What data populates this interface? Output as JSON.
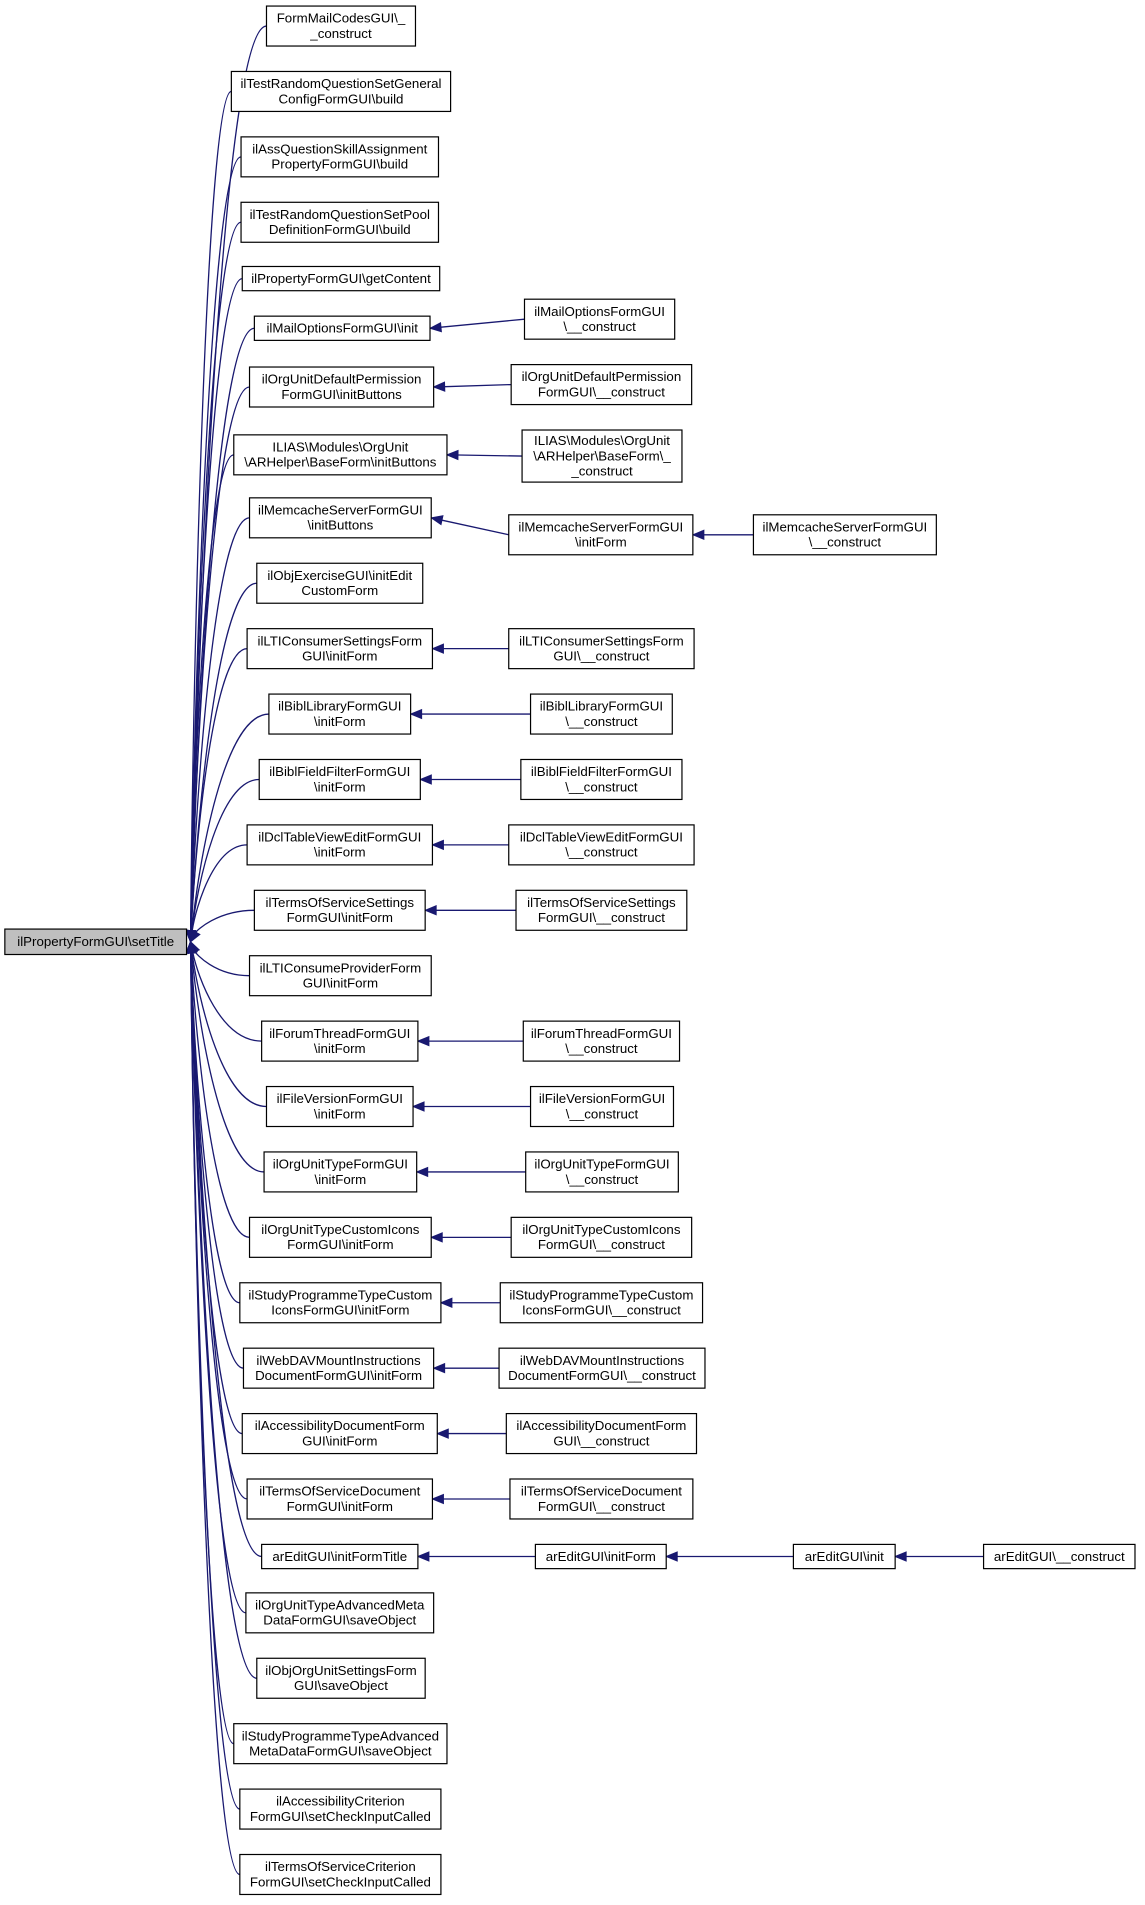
{
  "diagram": {
    "type": "call-graph",
    "nodes": [
      {
        "id": "root",
        "lines": [
          "ilPropertyFormGUI\\setTitle"
        ],
        "root": true
      },
      {
        "id": "n1",
        "lines": [
          "FormMailCodesGUI\\_",
          "_construct"
        ]
      },
      {
        "id": "n2",
        "lines": [
          "ilTestRandomQuestionSetGeneral",
          "ConfigFormGUI\\build"
        ]
      },
      {
        "id": "n3",
        "lines": [
          "ilAssQuestionSkillAssignment",
          "PropertyFormGUI\\build"
        ]
      },
      {
        "id": "n4",
        "lines": [
          "ilTestRandomQuestionSetPool",
          "DefinitionFormGUI\\build"
        ]
      },
      {
        "id": "n5",
        "lines": [
          "ilPropertyFormGUI\\getContent"
        ]
      },
      {
        "id": "n6",
        "lines": [
          "ilMailOptionsFormGUI\\init"
        ]
      },
      {
        "id": "n6b",
        "lines": [
          "ilMailOptionsFormGUI",
          "\\__construct"
        ]
      },
      {
        "id": "n7",
        "lines": [
          "ilOrgUnitDefaultPermission",
          "FormGUI\\initButtons"
        ]
      },
      {
        "id": "n7b",
        "lines": [
          "ilOrgUnitDefaultPermission",
          "FormGUI\\__construct"
        ]
      },
      {
        "id": "n8",
        "lines": [
          "ILIAS\\Modules\\OrgUnit",
          "\\ARHelper\\BaseForm\\initButtons"
        ]
      },
      {
        "id": "n8b",
        "lines": [
          "ILIAS\\Modules\\OrgUnit",
          "\\ARHelper\\BaseForm\\_",
          "_construct"
        ]
      },
      {
        "id": "n9",
        "lines": [
          "ilMemcacheServerFormGUI",
          "\\initButtons"
        ]
      },
      {
        "id": "n9b",
        "lines": [
          "ilMemcacheServerFormGUI",
          "\\initForm"
        ]
      },
      {
        "id": "n9c",
        "lines": [
          "ilMemcacheServerFormGUI",
          "\\__construct"
        ]
      },
      {
        "id": "n10",
        "lines": [
          "ilObjExerciseGUI\\initEdit",
          "CustomForm"
        ]
      },
      {
        "id": "n11",
        "lines": [
          "ilLTIConsumerSettingsForm",
          "GUI\\initForm"
        ]
      },
      {
        "id": "n11b",
        "lines": [
          "ilLTIConsumerSettingsForm",
          "GUI\\__construct"
        ]
      },
      {
        "id": "n12",
        "lines": [
          "ilBiblLibraryFormGUI",
          "\\initForm"
        ]
      },
      {
        "id": "n12b",
        "lines": [
          "ilBiblLibraryFormGUI",
          "\\__construct"
        ]
      },
      {
        "id": "n13",
        "lines": [
          "ilBiblFieldFilterFormGUI",
          "\\initForm"
        ]
      },
      {
        "id": "n13b",
        "lines": [
          "ilBiblFieldFilterFormGUI",
          "\\__construct"
        ]
      },
      {
        "id": "n14",
        "lines": [
          "ilDclTableViewEditFormGUI",
          "\\initForm"
        ]
      },
      {
        "id": "n14b",
        "lines": [
          "ilDclTableViewEditFormGUI",
          "\\__construct"
        ]
      },
      {
        "id": "n15",
        "lines": [
          "ilTermsOfServiceSettings",
          "FormGUI\\initForm"
        ]
      },
      {
        "id": "n15b",
        "lines": [
          "ilTermsOfServiceSettings",
          "FormGUI\\__construct"
        ]
      },
      {
        "id": "n16",
        "lines": [
          "ilLTIConsumeProviderForm",
          "GUI\\initForm"
        ]
      },
      {
        "id": "n17",
        "lines": [
          "ilForumThreadFormGUI",
          "\\initForm"
        ]
      },
      {
        "id": "n17b",
        "lines": [
          "ilForumThreadFormGUI",
          "\\__construct"
        ]
      },
      {
        "id": "n18",
        "lines": [
          "ilFileVersionFormGUI",
          "\\initForm"
        ]
      },
      {
        "id": "n18b",
        "lines": [
          "ilFileVersionFormGUI",
          "\\__construct"
        ]
      },
      {
        "id": "n19",
        "lines": [
          "ilOrgUnitTypeFormGUI",
          "\\initForm"
        ]
      },
      {
        "id": "n19b",
        "lines": [
          "ilOrgUnitTypeFormGUI",
          "\\__construct"
        ]
      },
      {
        "id": "n20",
        "lines": [
          "ilOrgUnitTypeCustomIcons",
          "FormGUI\\initForm"
        ]
      },
      {
        "id": "n20b",
        "lines": [
          "ilOrgUnitTypeCustomIcons",
          "FormGUI\\__construct"
        ]
      },
      {
        "id": "n21",
        "lines": [
          "ilStudyProgrammeTypeCustom",
          "IconsFormGUI\\initForm"
        ]
      },
      {
        "id": "n21b",
        "lines": [
          "ilStudyProgrammeTypeCustom",
          "IconsFormGUI\\__construct"
        ]
      },
      {
        "id": "n22",
        "lines": [
          "ilWebDAVMountInstructions",
          "DocumentFormGUI\\initForm"
        ]
      },
      {
        "id": "n22b",
        "lines": [
          "ilWebDAVMountInstructions",
          "DocumentFormGUI\\__construct"
        ]
      },
      {
        "id": "n23",
        "lines": [
          "ilAccessibilityDocumentForm",
          "GUI\\initForm"
        ]
      },
      {
        "id": "n23b",
        "lines": [
          "ilAccessibilityDocumentForm",
          "GUI\\__construct"
        ]
      },
      {
        "id": "n24",
        "lines": [
          "ilTermsOfServiceDocument",
          "FormGUI\\initForm"
        ]
      },
      {
        "id": "n24b",
        "lines": [
          "ilTermsOfServiceDocument",
          "FormGUI\\__construct"
        ]
      },
      {
        "id": "n25",
        "lines": [
          "arEditGUI\\initFormTitle"
        ]
      },
      {
        "id": "n25b",
        "lines": [
          "arEditGUI\\initForm"
        ]
      },
      {
        "id": "n25c",
        "lines": [
          "arEditGUI\\init"
        ]
      },
      {
        "id": "n25d",
        "lines": [
          "arEditGUI\\__construct"
        ]
      },
      {
        "id": "n26",
        "lines": [
          "ilOrgUnitTypeAdvancedMeta",
          "DataFormGUI\\saveObject"
        ]
      },
      {
        "id": "n27",
        "lines": [
          "ilObjOrgUnitSettingsForm",
          "GUI\\saveObject"
        ]
      },
      {
        "id": "n28",
        "lines": [
          "ilStudyProgrammeTypeAdvanced",
          "MetaDataFormGUI\\saveObject"
        ]
      },
      {
        "id": "n29",
        "lines": [
          "ilAccessibilityCriterion",
          "FormGUI\\setCheckInputCalled"
        ]
      },
      {
        "id": "n30",
        "lines": [
          "ilTermsOfServiceCriterion",
          "FormGUI\\setCheckInputCalled"
        ]
      }
    ],
    "edges": [
      [
        "n1",
        "root"
      ],
      [
        "n2",
        "root"
      ],
      [
        "n3",
        "root"
      ],
      [
        "n4",
        "root"
      ],
      [
        "n5",
        "root"
      ],
      [
        "n6",
        "root"
      ],
      [
        "n7",
        "root"
      ],
      [
        "n8",
        "root"
      ],
      [
        "n9",
        "root"
      ],
      [
        "n10",
        "root"
      ],
      [
        "n11",
        "root"
      ],
      [
        "n12",
        "root"
      ],
      [
        "n13",
        "root"
      ],
      [
        "n14",
        "root"
      ],
      [
        "n15",
        "root"
      ],
      [
        "n16",
        "root"
      ],
      [
        "n17",
        "root"
      ],
      [
        "n18",
        "root"
      ],
      [
        "n19",
        "root"
      ],
      [
        "n20",
        "root"
      ],
      [
        "n21",
        "root"
      ],
      [
        "n22",
        "root"
      ],
      [
        "n23",
        "root"
      ],
      [
        "n24",
        "root"
      ],
      [
        "n25",
        "root"
      ],
      [
        "n26",
        "root"
      ],
      [
        "n27",
        "root"
      ],
      [
        "n28",
        "root"
      ],
      [
        "n29",
        "root"
      ],
      [
        "n30",
        "root"
      ],
      [
        "n6b",
        "n6"
      ],
      [
        "n7b",
        "n7"
      ],
      [
        "n8b",
        "n8"
      ],
      [
        "n9b",
        "n9"
      ],
      [
        "n9c",
        "n9b"
      ],
      [
        "n11b",
        "n11"
      ],
      [
        "n12b",
        "n12"
      ],
      [
        "n13b",
        "n13"
      ],
      [
        "n14b",
        "n14"
      ],
      [
        "n15b",
        "n15"
      ],
      [
        "n17b",
        "n17"
      ],
      [
        "n18b",
        "n18"
      ],
      [
        "n19b",
        "n19"
      ],
      [
        "n20b",
        "n20"
      ],
      [
        "n21b",
        "n21"
      ],
      [
        "n22b",
        "n22"
      ],
      [
        "n23b",
        "n23"
      ],
      [
        "n24b",
        "n24"
      ],
      [
        "n25b",
        "n25"
      ],
      [
        "n25c",
        "n25b"
      ],
      [
        "n25d",
        "n25c"
      ]
    ]
  }
}
